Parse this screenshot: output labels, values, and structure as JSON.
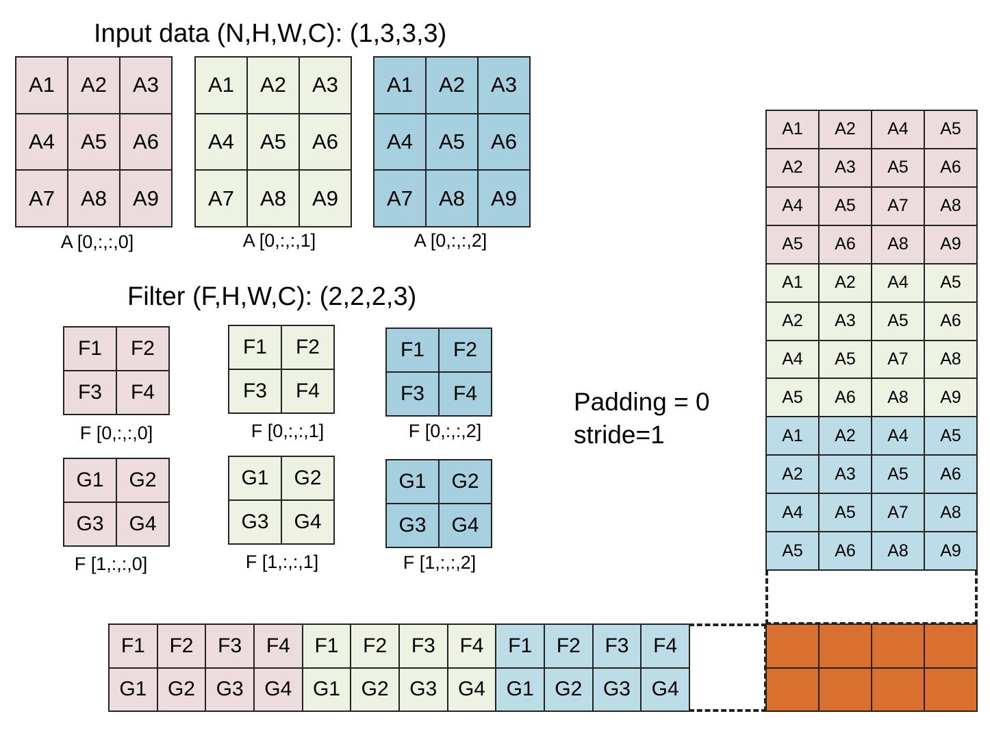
{
  "input_title": "Input data (N,H,W,C): (1,3,3,3)",
  "filter_title": "Filter (F,H,W,C): (2,2,2,3)",
  "input_channels": [
    {
      "caption": "A [0,:,:,0]",
      "cells": [
        "A1",
        "A2",
        "A3",
        "A4",
        "A5",
        "A6",
        "A7",
        "A8",
        "A9"
      ]
    },
    {
      "caption": "A [0,:,:,1]",
      "cells": [
        "A1",
        "A2",
        "A3",
        "A4",
        "A5",
        "A6",
        "A7",
        "A8",
        "A9"
      ]
    },
    {
      "caption": "A [0,:,:,2]",
      "cells": [
        "A1",
        "A2",
        "A3",
        "A4",
        "A5",
        "A6",
        "A7",
        "A8",
        "A9"
      ]
    }
  ],
  "filters": [
    {
      "caption": "F [0,:,:,0]",
      "cells": [
        "F1",
        "F2",
        "F3",
        "F4"
      ]
    },
    {
      "caption": "F [0,:,:,1]",
      "cells": [
        "F1",
        "F2",
        "F3",
        "F4"
      ]
    },
    {
      "caption": "F [0,:,:,2]",
      "cells": [
        "F1",
        "F2",
        "F3",
        "F4"
      ]
    },
    {
      "caption": "F [1,:,:,0]",
      "cells": [
        "G1",
        "G2",
        "G3",
        "G4"
      ]
    },
    {
      "caption": "F [1,:,:,1]",
      "cells": [
        "G1",
        "G2",
        "G3",
        "G4"
      ]
    },
    {
      "caption": "F [1,:,:,2]",
      "cells": [
        "G1",
        "G2",
        "G3",
        "G4"
      ]
    }
  ],
  "params": {
    "padding": "Padding = 0",
    "stride": "stride=1"
  },
  "im2col_rows": [
    [
      "A1",
      "A2",
      "A4",
      "A5"
    ],
    [
      "A2",
      "A3",
      "A5",
      "A6"
    ],
    [
      "A4",
      "A5",
      "A7",
      "A8"
    ],
    [
      "A5",
      "A6",
      "A8",
      "A9"
    ],
    [
      "A1",
      "A2",
      "A4",
      "A5"
    ],
    [
      "A2",
      "A3",
      "A5",
      "A6"
    ],
    [
      "A4",
      "A5",
      "A7",
      "A8"
    ],
    [
      "A5",
      "A6",
      "A8",
      "A9"
    ],
    [
      "A1",
      "A2",
      "A4",
      "A5"
    ],
    [
      "A2",
      "A3",
      "A5",
      "A6"
    ],
    [
      "A4",
      "A5",
      "A7",
      "A8"
    ],
    [
      "A5",
      "A6",
      "A8",
      "A9"
    ]
  ],
  "filter_matrix_rows": [
    [
      "F1",
      "F2",
      "F3",
      "F4",
      "F1",
      "F2",
      "F3",
      "F4",
      "F1",
      "F2",
      "F3",
      "F4"
    ],
    [
      "G1",
      "G2",
      "G3",
      "G4",
      "G1",
      "G2",
      "G3",
      "G4",
      "G1",
      "G2",
      "G3",
      "G4"
    ]
  ],
  "colors": {
    "channel0": "#ecdcde",
    "channel1": "#eef2e2",
    "channel2": "#a6cfdf",
    "output": "#d97030"
  }
}
